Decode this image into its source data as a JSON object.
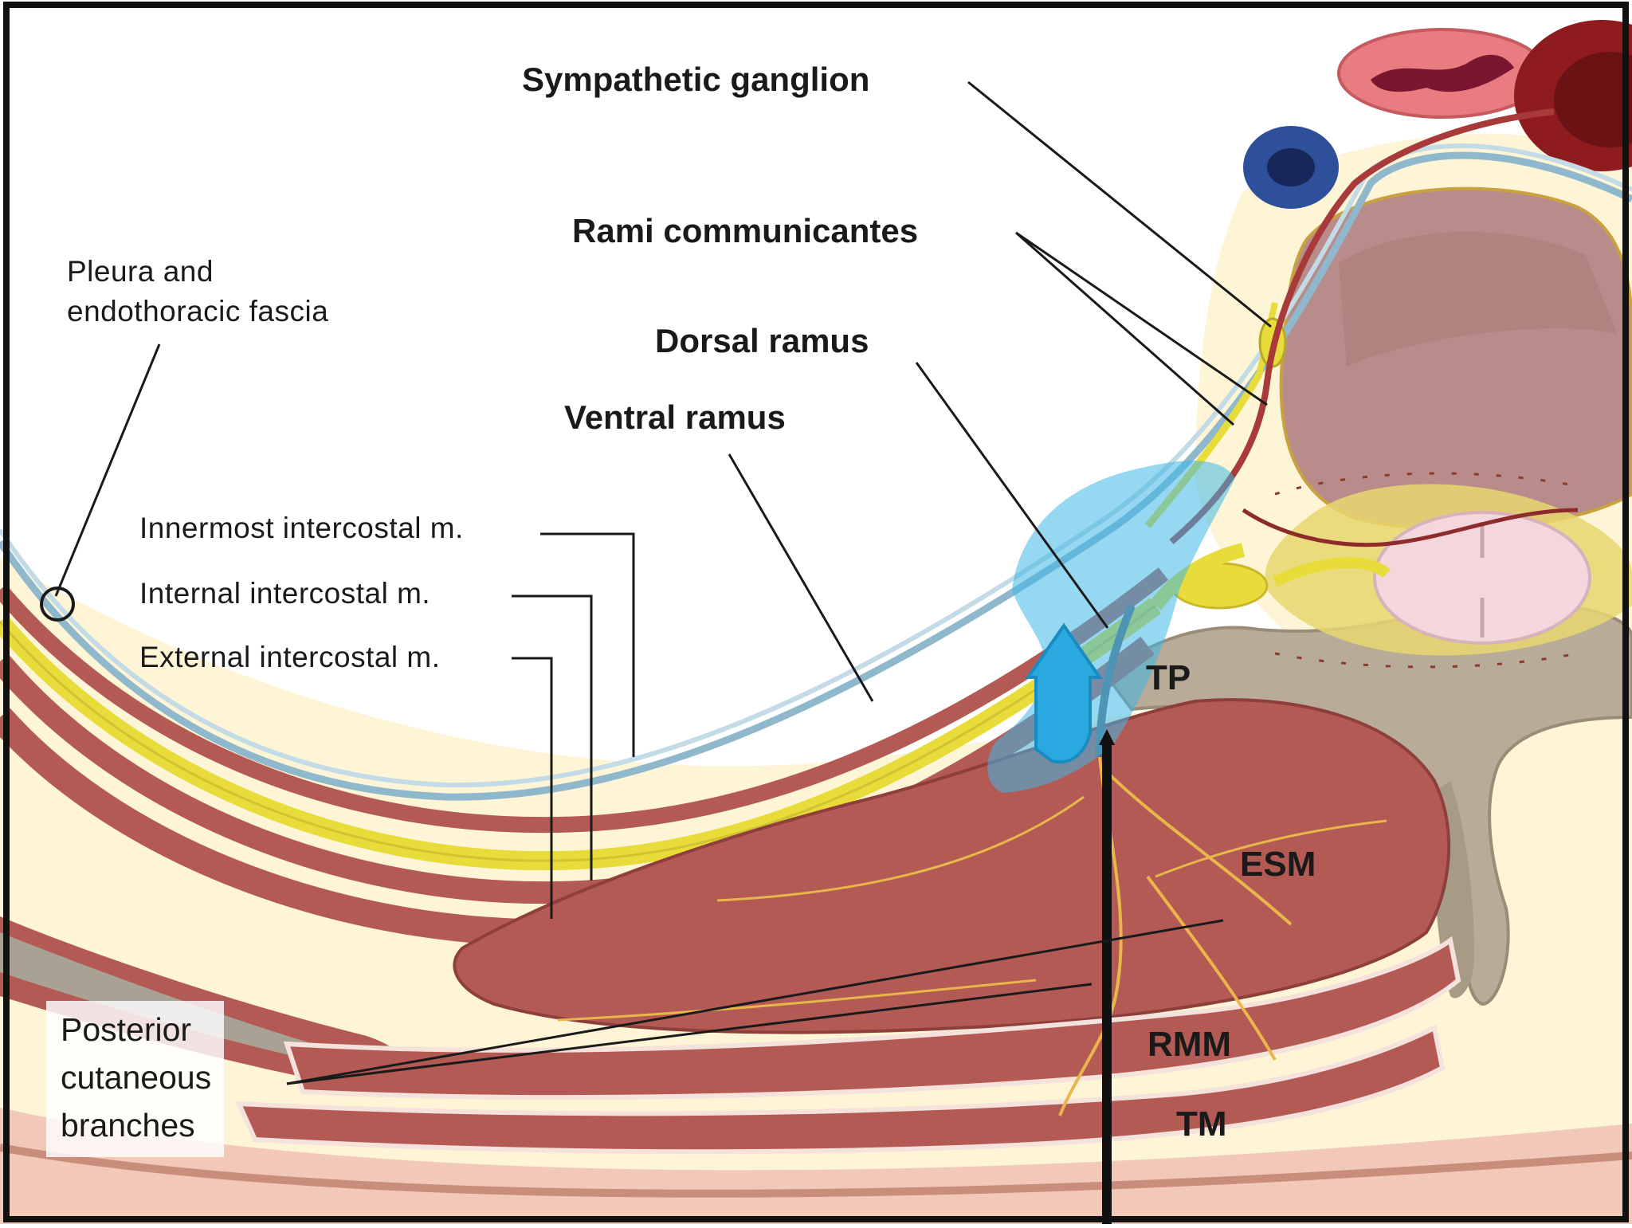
{
  "labels": {
    "sympathetic_ganglion": "Sympathetic ganglion",
    "rami_communicantes": "Rami communicantes",
    "dorsal_ramus": "Dorsal ramus",
    "ventral_ramus": "Ventral ramus",
    "pleura": "Pleura and\nendothoracic fascia",
    "innermost": "Innermost intercostal m.",
    "internal": "Internal intercostal m.",
    "external": "External intercostal m.",
    "tp": "TP",
    "esm": "ESM",
    "rmm": "RMM",
    "tm": "TM",
    "posterior": "Posterior\ncutaneous\nbranches"
  },
  "colors": {
    "muscle": "#b35a55",
    "nerve": "#e8dc3a",
    "pleura_line": "#8fb8cc",
    "injectate": "#3fb6e6",
    "bone": "#b8ab97",
    "fat": "#fdf5d6",
    "vertebral_body": "#b88c8a",
    "spinal_cord": "#f3d7dc",
    "vein": "#2e4f9a",
    "aorta": "#8e1c1e"
  },
  "icons": {
    "injection_arrow": "up-arrow-icon",
    "needle": "needle-icon"
  }
}
